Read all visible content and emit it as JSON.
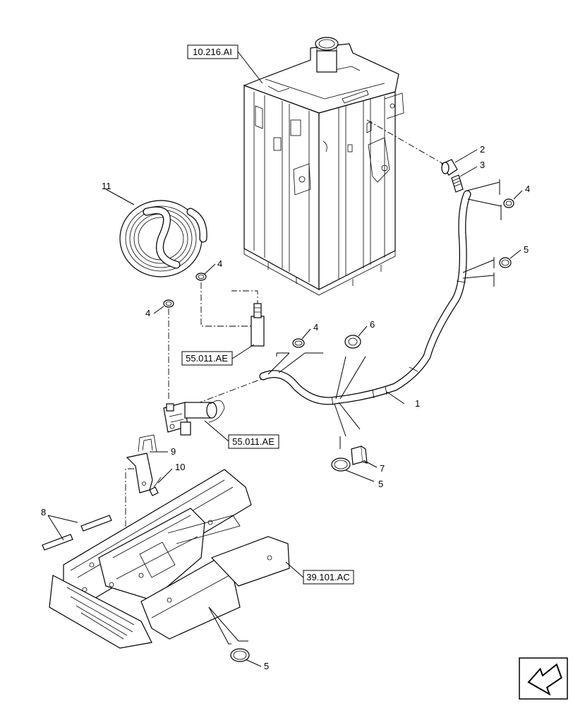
{
  "references": {
    "tank": "10.216.AI",
    "pump_sensor": "55.011.AE",
    "pump": "55.011.AE",
    "frame": "39.101.AC"
  },
  "callouts": {
    "c1": "1",
    "c2": "2",
    "c3": "3",
    "c4_clamp_right": "4",
    "c5_right": "5",
    "c11": "11",
    "c4_coil": "4",
    "c4_left": "4",
    "c4_mid": "4",
    "c6": "6",
    "c7": "7",
    "c5_mid": "5",
    "c9": "9",
    "c10": "10",
    "c8": "8",
    "c5_bottom": "5"
  },
  "icons": {
    "nav": "next-page-arrow-icon"
  }
}
